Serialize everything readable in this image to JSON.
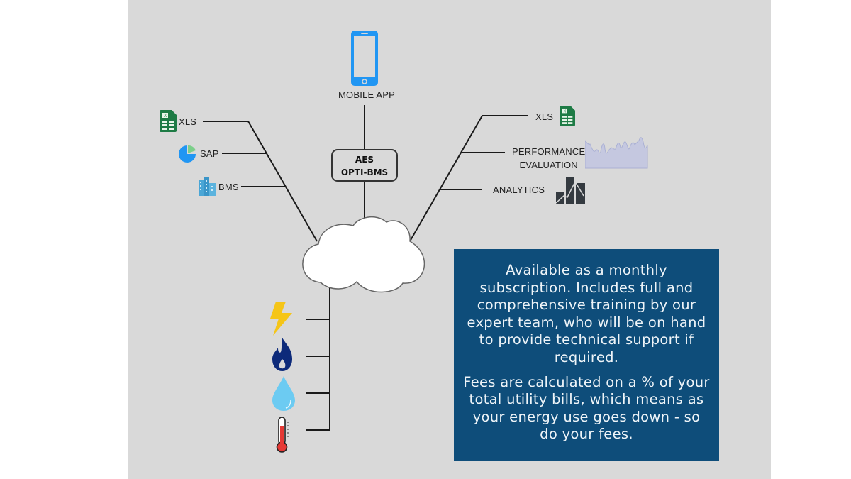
{
  "diagram": {
    "hub": {
      "line1": "AES",
      "line2": "OPTI-BMS"
    },
    "top": {
      "label": "MOBILE APP",
      "icon": "smartphone-icon"
    },
    "left_sources": [
      {
        "label": "XLS",
        "icon": "spreadsheet-icon"
      },
      {
        "label": "SAP",
        "icon": "pie-chart-icon"
      },
      {
        "label": "BMS",
        "icon": "buildings-icon"
      }
    ],
    "right_outputs": [
      {
        "label": "XLS",
        "icon": "spreadsheet-icon"
      },
      {
        "label_line1": "PERFORMANCE",
        "label_line2": "EVALUATION",
        "icon": "area-chart-icon"
      },
      {
        "label": "ANALYTICS",
        "icon": "bar-line-chart-icon"
      }
    ],
    "utilities": [
      {
        "name": "electricity",
        "icon": "lightning-icon"
      },
      {
        "name": "gas",
        "icon": "flame-icon"
      },
      {
        "name": "water",
        "icon": "water-drop-icon"
      },
      {
        "name": "temperature",
        "icon": "thermometer-icon"
      }
    ],
    "center": {
      "icon": "cloud-icon"
    }
  },
  "info_box": {
    "paragraph1": "Available as a monthly subscription. Includes full and comprehensive training by our expert team, who will be on hand to provide technical support if required.",
    "paragraph2": "Fees are calculated on a % of your total utility bills, which means as your energy use goes down - so do your fees."
  },
  "colors": {
    "background": "#d9d9d9",
    "info_box": "#0e4d7a",
    "phone": "#2196f3",
    "excel_green": "#1e7b45",
    "lightning": "#f5c518",
    "flame": "#0d2a7a",
    "water": "#6ccbf2",
    "thermometer": "#e53935"
  }
}
